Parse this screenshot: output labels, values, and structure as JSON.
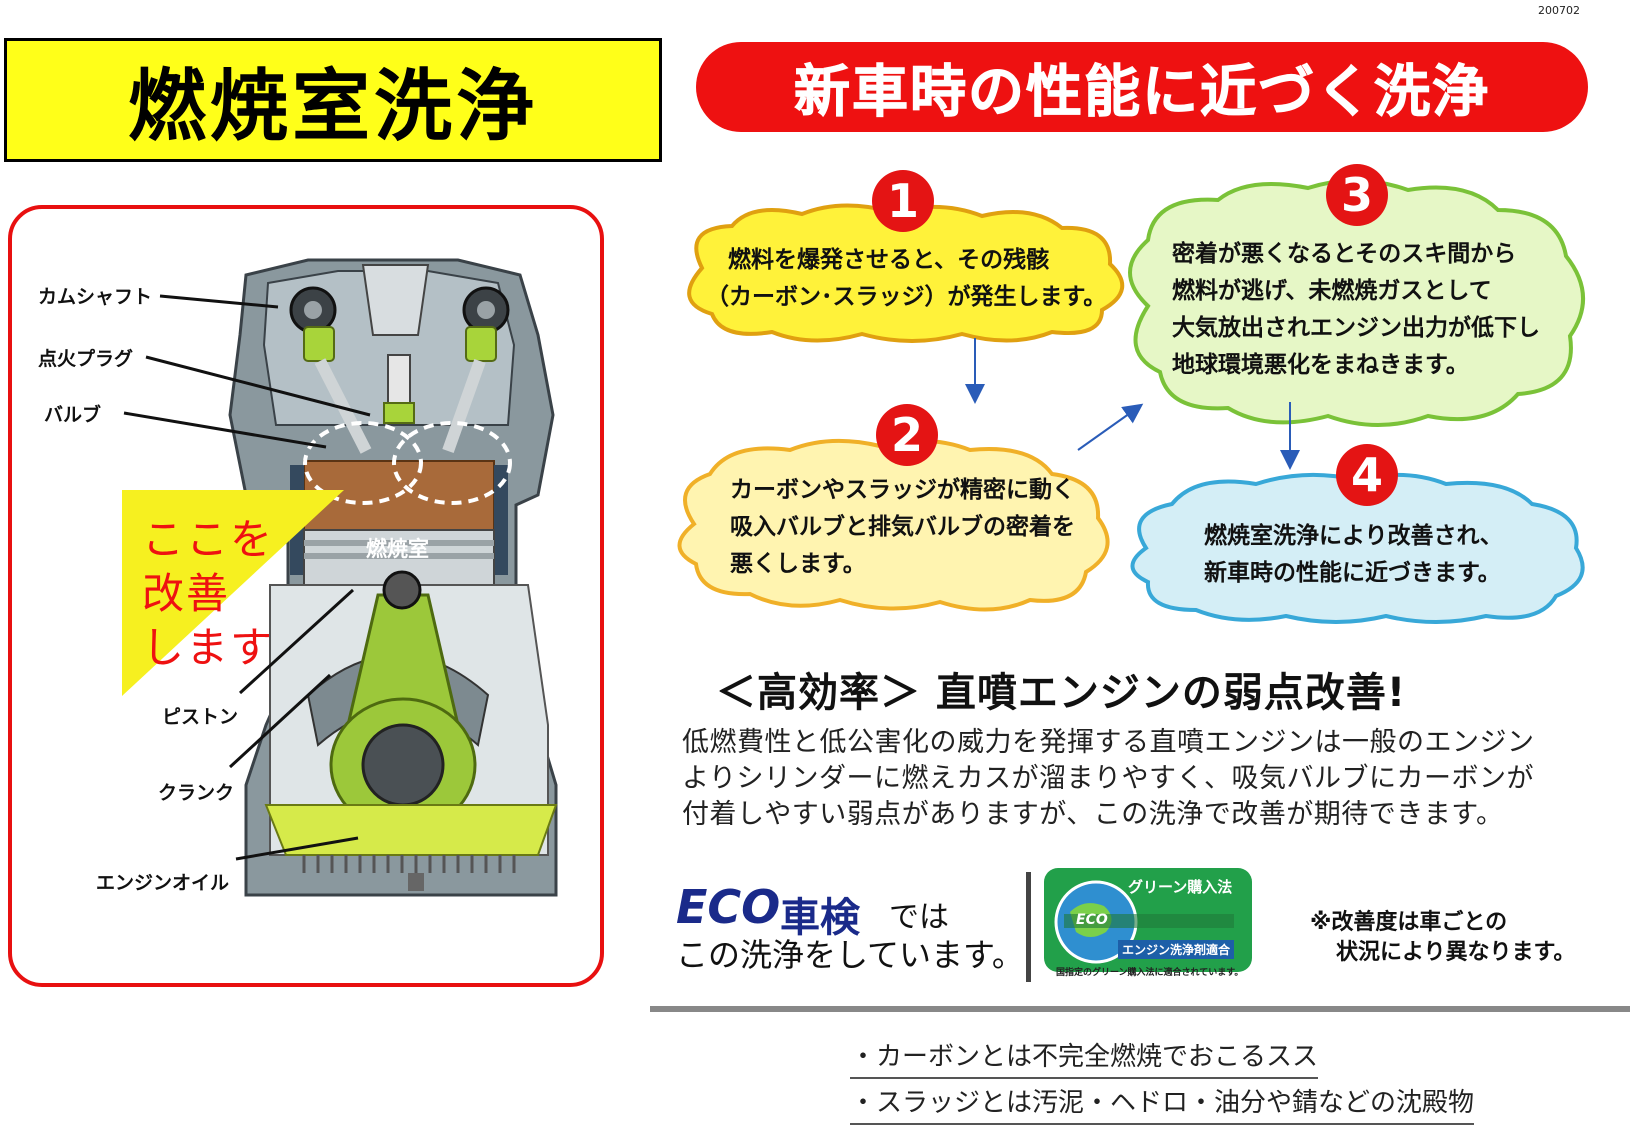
{
  "doc_code": "200702",
  "header": {
    "title": "燃焼室洗浄",
    "banner": "新車時の性能に近づく洗浄"
  },
  "engine": {
    "labels": {
      "camshaft": "カムシャフト",
      "spark_plug": "点火プラグ",
      "valve": "バルブ",
      "piston": "ピストン",
      "crank": "クランク",
      "engine_oil": "エンジンオイル",
      "combustion_chamber": "燃焼室"
    },
    "improve_callout": [
      "ここを",
      "改善",
      "します"
    ]
  },
  "steps": [
    {
      "number": "1",
      "lines": [
        "燃料を爆発させると、その残骸",
        "（カーボン･スラッジ）が発生します。"
      ]
    },
    {
      "number": "2",
      "lines": [
        "カーボンやスラッジが精密に動く",
        "吸入バルブと排気バルブの密着を",
        "悪くします。"
      ]
    },
    {
      "number": "3",
      "lines": [
        "密着が悪くなるとそのスキ間から",
        "燃料が逃げ、未燃焼ガスとして",
        "大気放出されエンジン出力が低下し",
        "地球環境悪化をまねきます。"
      ]
    },
    {
      "number": "4",
      "lines": [
        "燃焼室洗浄により改善され、",
        "新車時の性能に近づきます。"
      ]
    }
  ],
  "colors": {
    "cloud1": "#fff23a",
    "cloud2": "#fff4b0",
    "cloud3": "#e6f7c6",
    "cloud4": "#d4eef6",
    "accent_red": "#e41414",
    "title_yellow": "#ffff19"
  },
  "direct_injection": {
    "heading": "＜高効率＞ 直噴エンジンの弱点改善!",
    "body": [
      "低燃費性と低公害化の威力を発揮する直噴エンジンは一般のエンジン",
      "よりシリンダーに燃えカスが溜まりやすく、吸気バルブにカーボンが",
      "付着しやすい弱点がありますが、この洗浄で改善が期待できます。"
    ]
  },
  "eco": {
    "eco": "ECO",
    "shaken": "車検",
    "dewa": "では",
    "line2": "この洗浄をしています。",
    "badge_title": "グリーン購入法",
    "badge_sub": "エンジン洗浄剤適合",
    "badge_logo": "ECO",
    "badge_caption": "国指定のグリーン購入法に適合されています。",
    "note": [
      "※改善度は車ごとの",
      "状況により異なります。"
    ]
  },
  "definitions": [
    "・カーボンとは不完全燃焼でおこるスス",
    "・スラッジとは汚泥・ヘドロ・油分や錆などの沈殿物"
  ]
}
